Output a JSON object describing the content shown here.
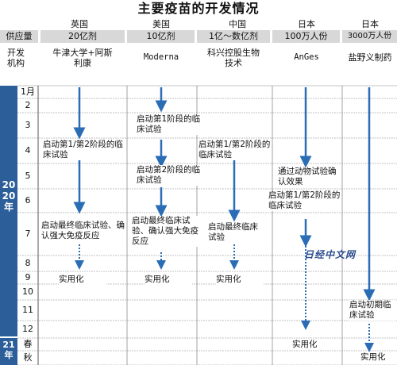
{
  "title": "主要疫苗的开发情况",
  "supply_label": "供应量",
  "developer_label": "开发机构",
  "year_2020": "2020年",
  "year_21": "21年",
  "watermark": "日经中文网",
  "colors": {
    "arrow": "#2a6db5",
    "year_bar": "#2c5f9a",
    "header_bg": "#d8d8d8"
  },
  "columns": [
    {
      "country": "英国",
      "supply": "20亿剂",
      "developer": "牛津大学+阿斯利康"
    },
    {
      "country": "美国",
      "supply": "10亿剂",
      "developer": "Moderna"
    },
    {
      "country": "中国",
      "supply": "1亿～数亿剂",
      "developer": "科兴控股生物技术"
    },
    {
      "country": "日本",
      "supply": "100万人份",
      "developer": "AnGes"
    },
    {
      "country": "日本",
      "supply": "3000万人份",
      "developer": "盐野义制药"
    }
  ],
  "rows": [
    "1月",
    "2",
    "3",
    "4",
    "5",
    "6",
    "7",
    "8",
    "9",
    "10",
    "11",
    "12",
    "春",
    "秋"
  ],
  "chart_data": {
    "type": "table",
    "title": "主要疫苗的开发情况",
    "rows": [
      "1月",
      "2",
      "3",
      "4",
      "5",
      "6",
      "7",
      "8",
      "9",
      "10",
      "11",
      "12",
      "春",
      "秋"
    ],
    "columns": [
      "牛津大学+阿斯利康",
      "Moderna",
      "科兴控股生物技术",
      "AnGes",
      "盐野义制药"
    ],
    "milestones": [
      {
        "col": 0,
        "row": 3,
        "text": "启动第1/第2阶段的临床试验"
      },
      {
        "col": 0,
        "row": 6,
        "text": "启动最终临床试验、确认强大免疫反应"
      },
      {
        "col": 0,
        "row": 8,
        "text": "实用化"
      },
      {
        "col": 1,
        "row": 2,
        "text": "启动第1阶段的临床试验"
      },
      {
        "col": 1,
        "row": 4,
        "text": "启动第2阶段的临床试验"
      },
      {
        "col": 1,
        "row": 6,
        "text": "启动最终临床试验、确认强大免疫反应"
      },
      {
        "col": 1,
        "row": 8,
        "text": "实用化"
      },
      {
        "col": 2,
        "row": 3,
        "text": "启动第1/第2阶段的临床试验"
      },
      {
        "col": 2,
        "row": 6,
        "text": "启动最终临床试验"
      },
      {
        "col": 2,
        "row": 8,
        "text": "实用化"
      },
      {
        "col": 3,
        "row": 4,
        "text": "通过动物试验确认效果"
      },
      {
        "col": 3,
        "row": 5,
        "text": "启动第1/第2阶段的临床试验"
      },
      {
        "col": 3,
        "row": 12,
        "text": "实用化"
      },
      {
        "col": 4,
        "row": 10,
        "text": "启动初期临床试验"
      },
      {
        "col": 4,
        "row": 13,
        "text": "实用化"
      }
    ]
  }
}
